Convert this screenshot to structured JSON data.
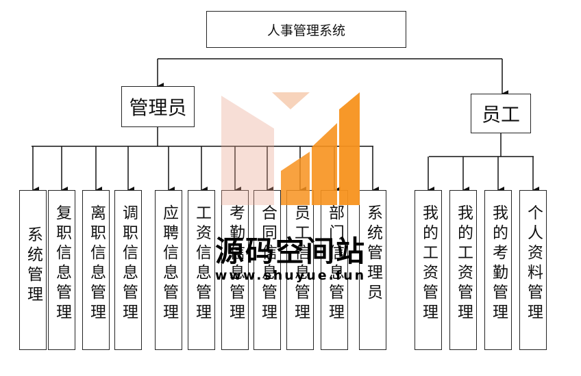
{
  "root": "人事管理系统",
  "admin": {
    "label": "管理员",
    "children": [
      "系统管理",
      "复职信息管理",
      "离职信息管理",
      "调职信息管理",
      "应聘信息管理",
      "工资信息管理",
      "考勤信息管理",
      "合同信息管理",
      "员工信息管理",
      "部门信息管理",
      "系统管理员"
    ]
  },
  "employee": {
    "label": "员工",
    "children": [
      "我的工资管理",
      "我的工资管理",
      "我的考勤管理",
      "个人资料管理"
    ]
  },
  "watermark": {
    "title": "源码空间站",
    "url": "www.shuyue.fun",
    "colors": [
      "#f7921e",
      "#f4c4a4",
      "#e8a08a"
    ]
  }
}
